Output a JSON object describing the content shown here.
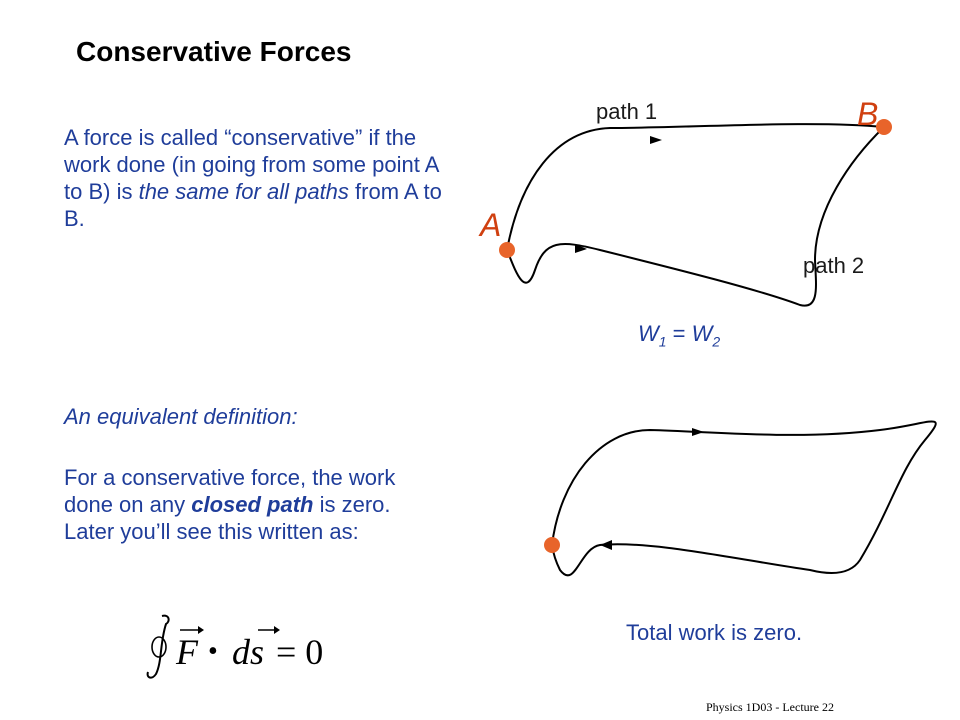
{
  "title": "Conservative Forces",
  "definition": {
    "part1": "A force is called “conservative” if the work done (in going from some point A to B) is ",
    "italic": "the same for all paths",
    "part2": " from A to B."
  },
  "equivalent": {
    "heading": "An equivalent definition:",
    "part1": "For a conservative force, the work done on any ",
    "bold_italic": "closed path",
    "part2": " is zero.   Later you’ll see this written as:"
  },
  "diagram_top": {
    "path1_label": "path 1",
    "path2_label": "path 2",
    "point_a": "A",
    "point_b": "B",
    "work_equation": {
      "w1": "W",
      "sub1": "1",
      "eq": " = ",
      "w2": "W",
      "sub2": "2"
    }
  },
  "diagram_bottom": {
    "caption": "Total work is zero."
  },
  "equation": {
    "symbol_F": "F",
    "bullet": "•",
    "symbol_ds": "ds",
    "equals": "= 0"
  },
  "footer": "Physics 1D03 - Lecture 22",
  "colors": {
    "text_blue": "#1f3d9a",
    "point_orange": "#e8642a",
    "letter_orange": "#d04010"
  }
}
